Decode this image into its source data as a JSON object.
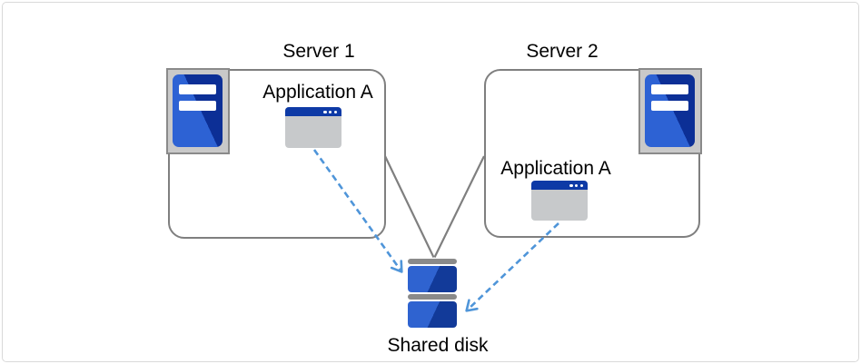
{
  "servers": [
    {
      "label": "Server 1",
      "app_label": "Application A"
    },
    {
      "label": "Server 2",
      "app_label": "Application A"
    }
  ],
  "shared_disk": {
    "label": "Shared disk"
  },
  "icons": {
    "server_tower": "blue-tower-unit-with-two-white-drive-slots-in-gray-frame",
    "app_window": "gray-window-with-blue-titlebar-and-three-dots",
    "shared_disk": "two-stacked-blue-disk-modules-with-gray-caps",
    "solid_connector": "gray-v-lines-from-servers-to-disk",
    "dashed_connector": "blue-dashed-arrow-app-to-disk"
  },
  "colors": {
    "background": "#ffffff",
    "canvas_border": "#d9d9d9",
    "box_border": "#7f7f7f",
    "connector_line": "#7f7f7f",
    "arrow_blue": "#4f95d9",
    "tower_blue_light": "#2d62d4",
    "tower_blue_dark": "#0c2f96",
    "icon_frame_gray": "#8a8a8a",
    "icon_bg_gray": "#c9c9c9",
    "titlebar_blue": "#0e3aa6",
    "window_body_gray": "#c7c9cb",
    "disk_bar_gray": "#8a8a8a",
    "text": "#000000"
  }
}
